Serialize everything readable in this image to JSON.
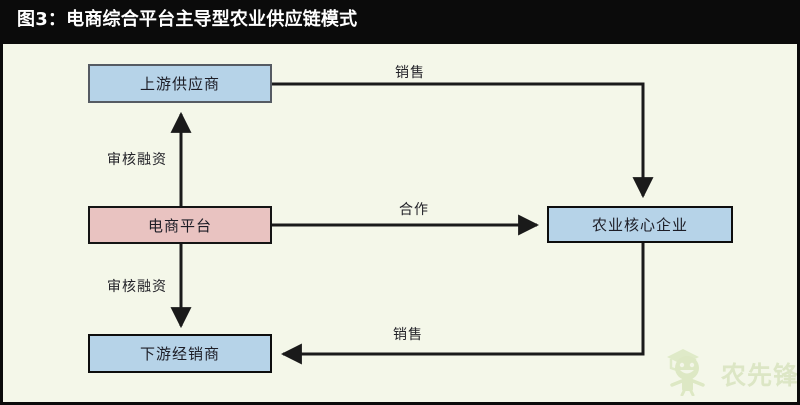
{
  "title": {
    "text": "图3：电商综合平台主导型农业供应链模式"
  },
  "theme": {
    "title_bar_bg": "#0b0b0b",
    "title_text_color": "#ffffff",
    "canvas_bg": "#f4f7e9",
    "canvas_border": "#0b0b0b",
    "node_blue_fill": "#b6d3e8",
    "node_pink_fill": "#e9c3c1",
    "node_border_gray": "#555b63",
    "node_border_dark": "#0d0d0d",
    "connector_color": "#1a1a1a",
    "watermark_color": "#c9d9a8"
  },
  "diagram": {
    "type": "flow-diagram",
    "nodes": [
      {
        "id": "upstream",
        "label": "上游供应商",
        "fill": "blue"
      },
      {
        "id": "platform",
        "label": "电商平台",
        "fill": "pink"
      },
      {
        "id": "downstream",
        "label": "下游经销商",
        "fill": "blue"
      },
      {
        "id": "core",
        "label": "农业核心企业",
        "fill": "blue"
      }
    ],
    "edges": [
      {
        "id": "upstream-to-core",
        "from": "upstream",
        "to": "core",
        "label": "销售",
        "direction": "right-down"
      },
      {
        "id": "platform-to-core",
        "from": "platform",
        "to": "core",
        "label": "合作",
        "direction": "right"
      },
      {
        "id": "core-to-downstream",
        "from": "core",
        "to": "downstream",
        "label": "销售",
        "direction": "down-left"
      },
      {
        "id": "platform-to-upstream",
        "from": "platform",
        "to": "upstream",
        "label": "审核融资",
        "direction": "up"
      },
      {
        "id": "platform-to-downstream",
        "from": "platform",
        "to": "downstream",
        "label": "审核融资",
        "direction": "down"
      }
    ]
  },
  "watermark": {
    "text": "农先锋",
    "icon": "mascot-graduate-icon"
  }
}
